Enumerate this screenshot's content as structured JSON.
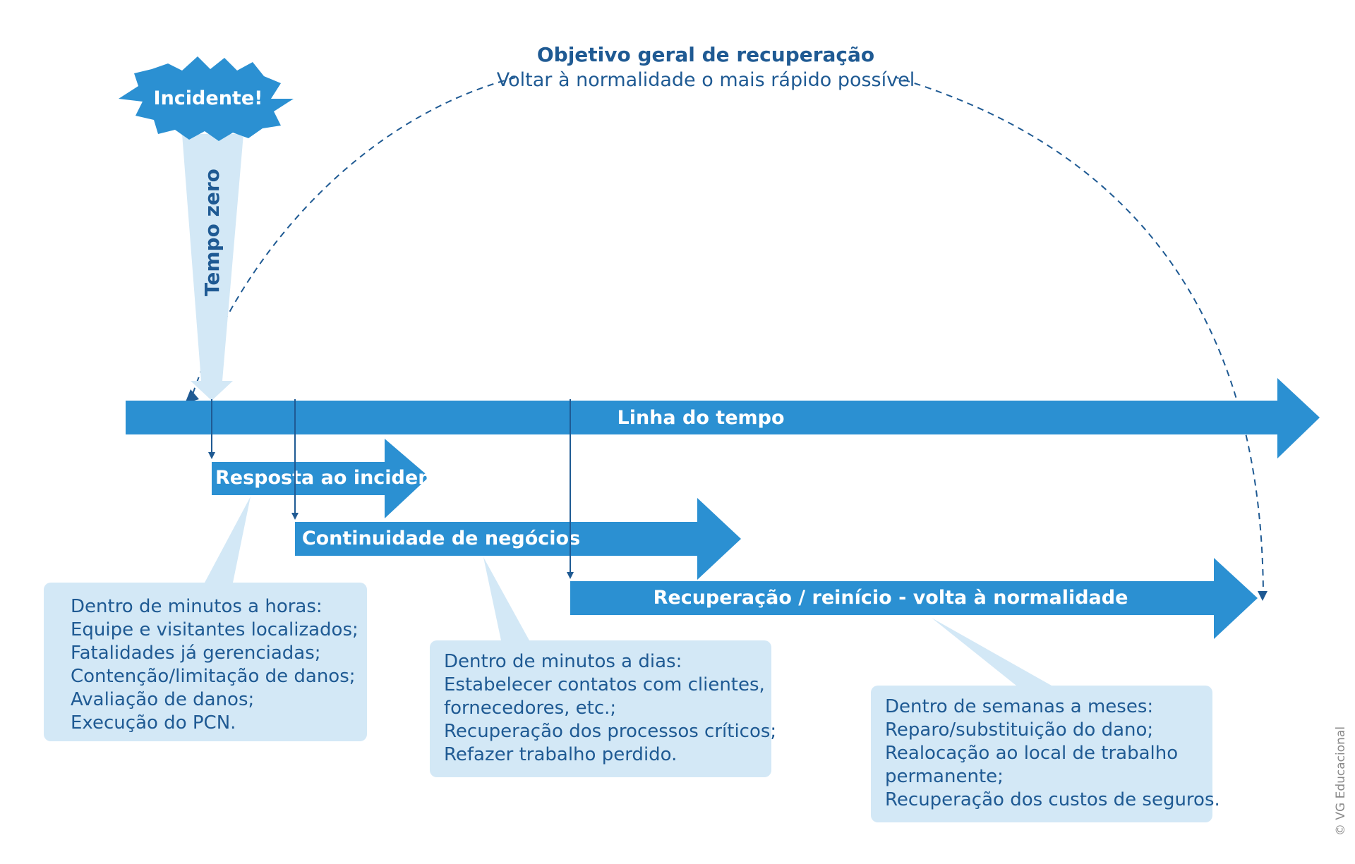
{
  "colors": {
    "primary": "#2b90d2",
    "light": "#d3e8f6",
    "text": "#1f5a93",
    "line": "#1f5a93"
  },
  "goal": {
    "title": "Objetivo geral de recuperação",
    "subtitle": "Voltar à normalidade o mais rápido possível"
  },
  "incident": {
    "label": "Incidente!",
    "time_zero": "Tempo zero"
  },
  "timeline": {
    "label": "Linha do tempo"
  },
  "phases": [
    {
      "label": "Resposta ao incidente"
    },
    {
      "label": "Continuidade de negócios"
    },
    {
      "label": "Recuperação / reinício - volta à normalidade"
    }
  ],
  "notes": [
    {
      "lines": [
        "Dentro de minutos a horas:",
        "Equipe e visitantes localizados;",
        "Fatalidades já gerenciadas;",
        "Contenção/limitação de danos;",
        "Avaliação de danos;",
        "Execução do PCN."
      ]
    },
    {
      "lines": [
        "Dentro de minutos a dias:",
        "Estabelecer contatos com clientes,",
        "fornecedores, etc.;",
        "Recuperação dos processos críticos;",
        "Refazer trabalho perdido."
      ]
    },
    {
      "lines": [
        "Dentro de semanas a meses:",
        "Reparo/substituição do dano;",
        "Realocação ao local de trabalho",
        "permanente;",
        "Recuperação dos custos de seguros."
      ]
    }
  ],
  "credit": "© VG Educacional"
}
